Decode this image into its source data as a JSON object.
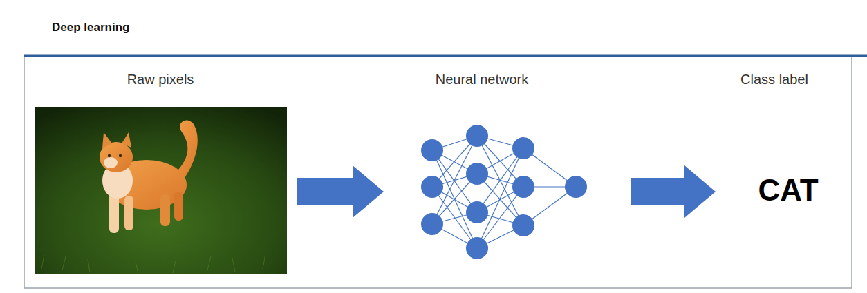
{
  "diagram": {
    "title": "Deep learning",
    "labels": [
      "Raw pixels",
      "Neural network",
      "Class label",
      "CAT"
    ]
  }
}
